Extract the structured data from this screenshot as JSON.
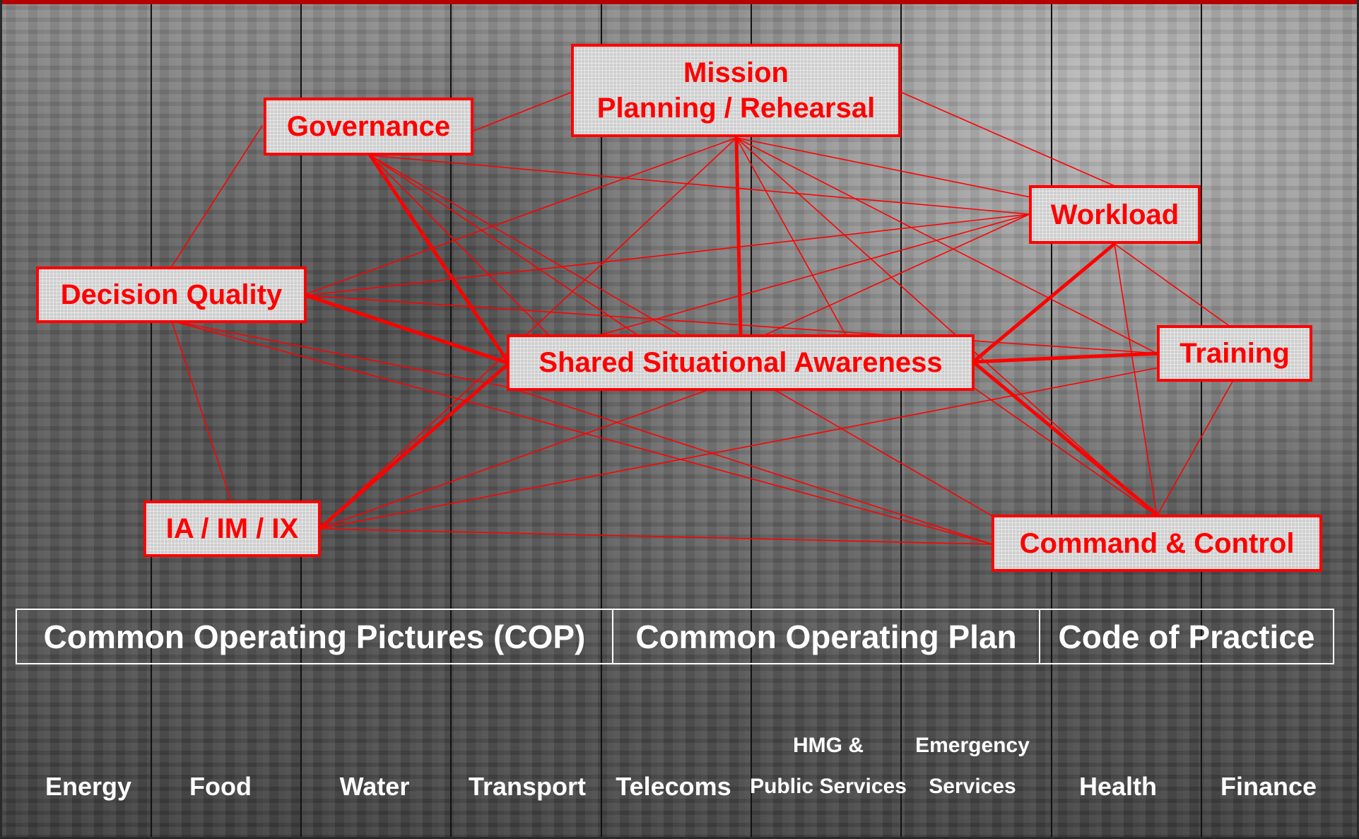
{
  "nodes": {
    "mission": "Mission\nPlanning / Rehearsal",
    "governance": "Governance",
    "workload": "Workload",
    "decision": "Decision Quality",
    "ssa": "Shared Situational Awareness",
    "training": "Training",
    "ia": "IA / IM / IX",
    "c2": "Command & Control"
  },
  "sections": {
    "cop": "Common Operating Pictures (COP)",
    "plan": "Common Operating Plan",
    "code": "Code of Practice"
  },
  "sectors": [
    {
      "line1": "",
      "line2": "Energy"
    },
    {
      "line1": "",
      "line2": "Food"
    },
    {
      "line1": "",
      "line2": "Water"
    },
    {
      "line1": "",
      "line2": "Transport"
    },
    {
      "line1": "",
      "line2": "Telecoms"
    },
    {
      "line1": "HMG &",
      "line2": "Public Services"
    },
    {
      "line1": "Emergency",
      "line2": "Services"
    },
    {
      "line1": "",
      "line2": "Health"
    },
    {
      "line1": "",
      "line2": "Finance"
    }
  ],
  "colors": {
    "accent": "#ff0000",
    "background": "#5a5a5a",
    "text_light": "#ffffff",
    "divider": "#111111"
  }
}
